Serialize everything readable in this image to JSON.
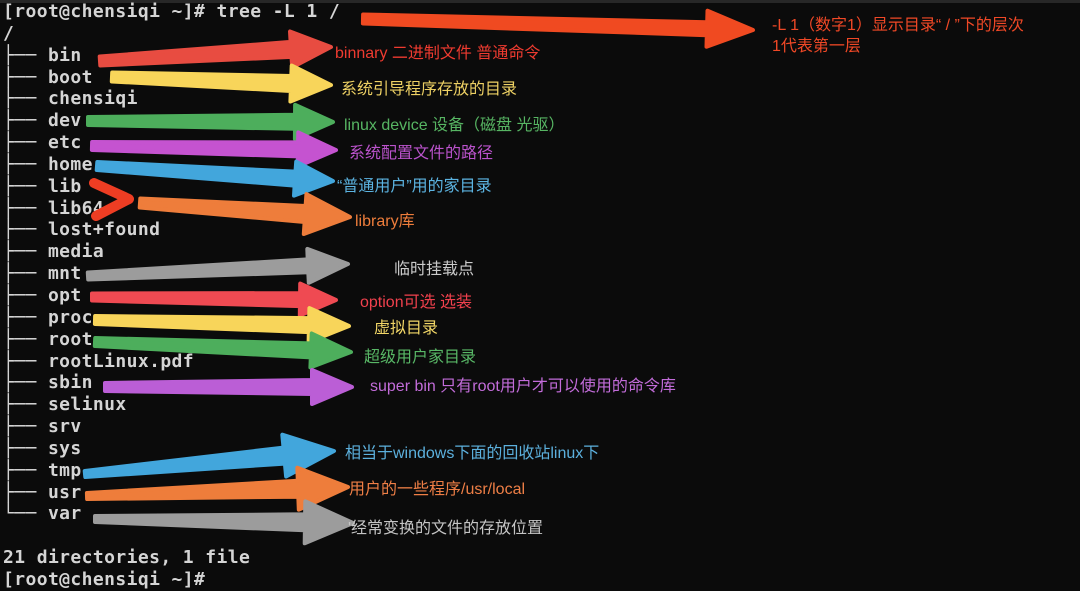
{
  "window": {
    "background": "#0b0b0b",
    "terminal_text_color": "#d5d5d5"
  },
  "terminal": {
    "lines": [
      "[root@chensiqi ~]# tree -L 1 /",
      "/",
      "├── bin",
      "├── boot",
      "├── chensiqi",
      "├── dev",
      "├── etc",
      "├── home",
      "├── lib",
      "├── lib64",
      "├── lost+found",
      "├── media",
      "├── mnt",
      "├── opt",
      "├── proc",
      "├── root",
      "├── rootLinux.pdf",
      "├── sbin",
      "├── selinux",
      "├── srv",
      "├── sys",
      "├── tmp",
      "├── usr",
      "└── var",
      "",
      "21 directories, 1 file",
      "[root@chensiqi ~]#"
    ],
    "summary": "21 directories, 1 file",
    "prompt": "[root@chensiqi ~]#",
    "command": "tree -L 1 /"
  },
  "annotations": [
    {
      "id": "flag",
      "target": "-L 1 option",
      "text": "-L 1（数字1）显示目录“ / ”下的层次",
      "text2": "1代表第一层",
      "arrow_color": "#f04a21",
      "text_color": "#f04826"
    },
    {
      "id": "bin",
      "target": "bin",
      "text": "binnary 二进制文件 普通命令",
      "arrow_color": "#e84c41",
      "text_color": "#ef3b30"
    },
    {
      "id": "boot",
      "target": "boot",
      "text": "系统引导程序存放的目录",
      "arrow_color": "#f8d55a",
      "text_color": "#eed164"
    },
    {
      "id": "dev",
      "target": "dev",
      "text": "linux device 设备（磁盘 光驱）",
      "arrow_color": "#4dae5c",
      "text_color": "#57b563"
    },
    {
      "id": "etc",
      "target": "etc",
      "text": "系统配置文件的路径",
      "arrow_color": "#c553d0",
      "text_color": "#bb53cc"
    },
    {
      "id": "home",
      "target": "home",
      "text": "“普通用户”用的家目录",
      "arrow_color": "#42a6dc",
      "text_color": "#5cb4e2"
    },
    {
      "id": "lib",
      "target": "lib / lib64",
      "text": "library库",
      "arrow_color": "#ee7d3b",
      "text_color": "#ee7d3b",
      "brace_color": "#ee3d23"
    },
    {
      "id": "mnt",
      "target": "mnt",
      "text": "临时挂载点",
      "arrow_color": "#9c9c9c",
      "text_color": "#cbcbcb"
    },
    {
      "id": "opt",
      "target": "opt",
      "text": "option可选 选装",
      "arrow_color": "#ef4a52",
      "text_color": "#f0414d"
    },
    {
      "id": "proc",
      "target": "proc",
      "text": "虚拟目录",
      "arrow_color": "#f8d55a",
      "text_color": "#f2d767"
    },
    {
      "id": "root",
      "target": "root",
      "text": "超级用户家目录",
      "arrow_color": "#4dae5c",
      "text_color": "#58b766"
    },
    {
      "id": "sbin",
      "target": "sbin",
      "text": "super bin 只有root用户才可以使用的命令库",
      "arrow_color": "#bb5ed6",
      "text_color": "#c26cd9"
    },
    {
      "id": "tmp",
      "target": "tmp",
      "text": "相当于windows下面的回收站linux下",
      "arrow_color": "#42a6dc",
      "text_color": "#5cb0dd"
    },
    {
      "id": "usr",
      "target": "usr",
      "text": "用户的一些程序/usr/local",
      "arrow_color": "#ee7d3b",
      "text_color": "#ef7f46"
    },
    {
      "id": "var",
      "target": "var",
      "text": "'经常变换的文件的存放位置",
      "arrow_color": "#9c9c9c",
      "text_color": "#c5c5c5"
    }
  ]
}
